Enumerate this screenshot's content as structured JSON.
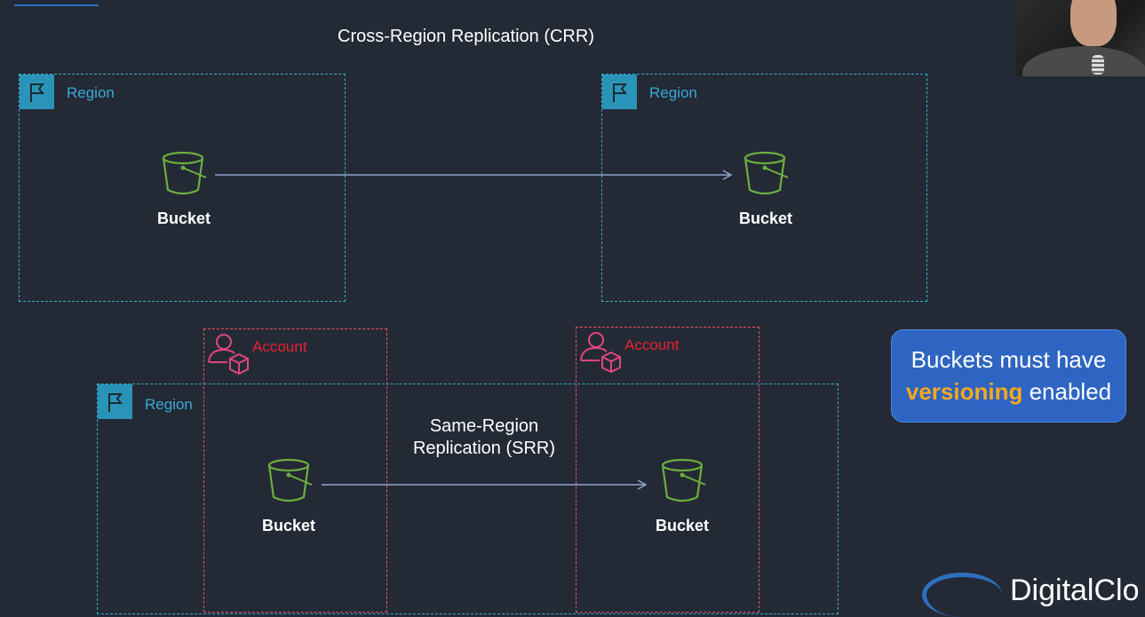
{
  "crr": {
    "title": "Cross-Region Replication (CRR)",
    "source_region": {
      "label": "Region",
      "bucket_label": "Bucket"
    },
    "destination_region": {
      "label": "Region",
      "bucket_label": "Bucket"
    }
  },
  "srr": {
    "title_line1": "Same-Region",
    "title_line2": "Replication (SRR)",
    "region": {
      "label": "Region"
    },
    "source_account": {
      "label": "Account",
      "bucket_label": "Bucket"
    },
    "destination_account": {
      "label": "Account",
      "bucket_label": "Bucket"
    }
  },
  "callout": {
    "line1": "Buckets must have",
    "highlight": "versioning",
    "line2_rest": " enabled"
  },
  "branding": {
    "logo_text": "DigitalClo"
  },
  "icons": {
    "region": "flag-icon",
    "account": "account-icon",
    "bucket": "s3-bucket-icon"
  },
  "colors": {
    "background": "#232a36",
    "region_border": "#3aa8c9",
    "account_border": "#e8525f",
    "bucket_icon": "#6cae3e",
    "arrow": "#8fa6cf",
    "callout_bg": "#2e64c2",
    "callout_highlight": "#f4a81e"
  }
}
